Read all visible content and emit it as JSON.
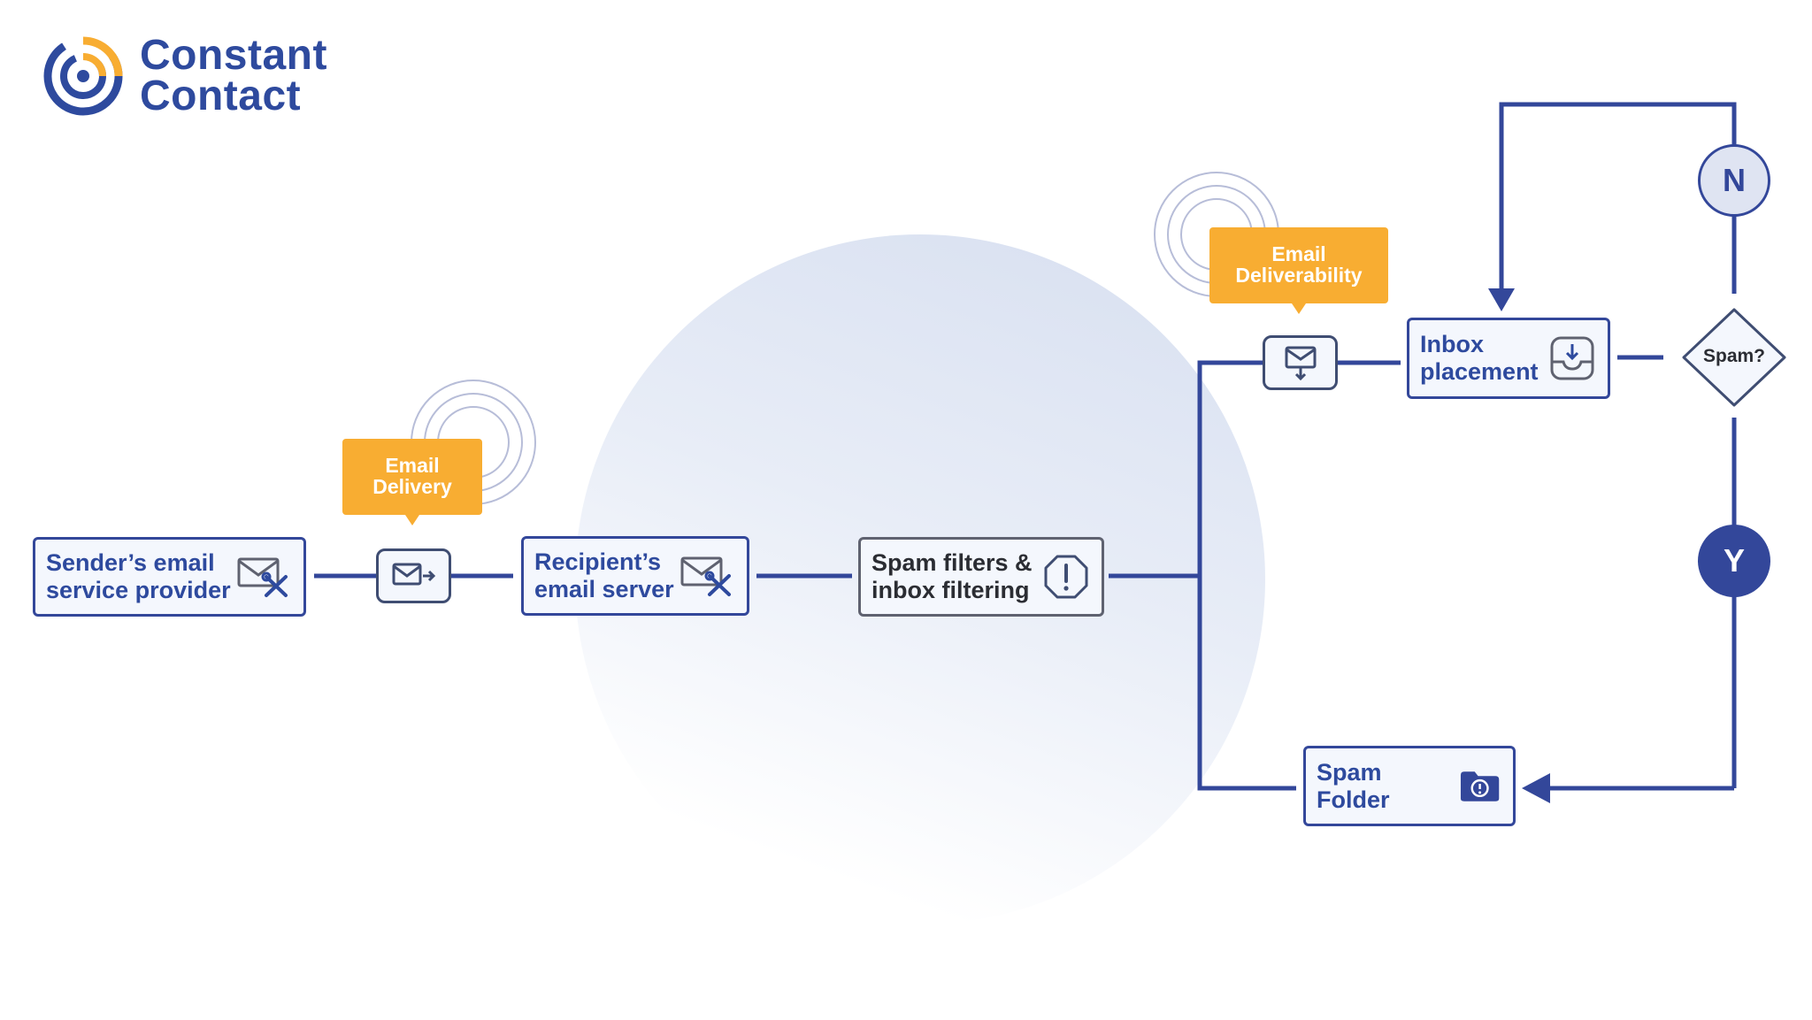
{
  "brand": {
    "name_line1": "Constant",
    "name_line2": "Contact",
    "color": "#2e4a9e",
    "accent": "#f8ad32"
  },
  "callouts": {
    "email_delivery": {
      "line1": "Email",
      "line2": "Delivery"
    },
    "email_deliverability": {
      "line1": "Email",
      "line2": "Deliverability"
    }
  },
  "nodes": {
    "sender": {
      "line1": "Sender’s email",
      "line2": "service provider",
      "icon": "envelope-tools-icon"
    },
    "recipient": {
      "line1": "Recipient’s",
      "line2": "email server",
      "icon": "envelope-tools-icon"
    },
    "spam_filters": {
      "line1": "Spam filters &",
      "line2": "inbox filtering",
      "icon": "warning-octagon-icon"
    },
    "inbox": {
      "line1": "Inbox",
      "line2": "placement",
      "icon": "inbox-tray-icon"
    },
    "spam_folder": {
      "label": "Spam Folder",
      "icon": "folder-alert-icon"
    }
  },
  "decision": {
    "label": "Spam?",
    "no": "N",
    "yes": "Y"
  },
  "colors": {
    "line": "#33479a",
    "node_fill": "#f4f7fd",
    "gray_border": "#5f6270"
  }
}
